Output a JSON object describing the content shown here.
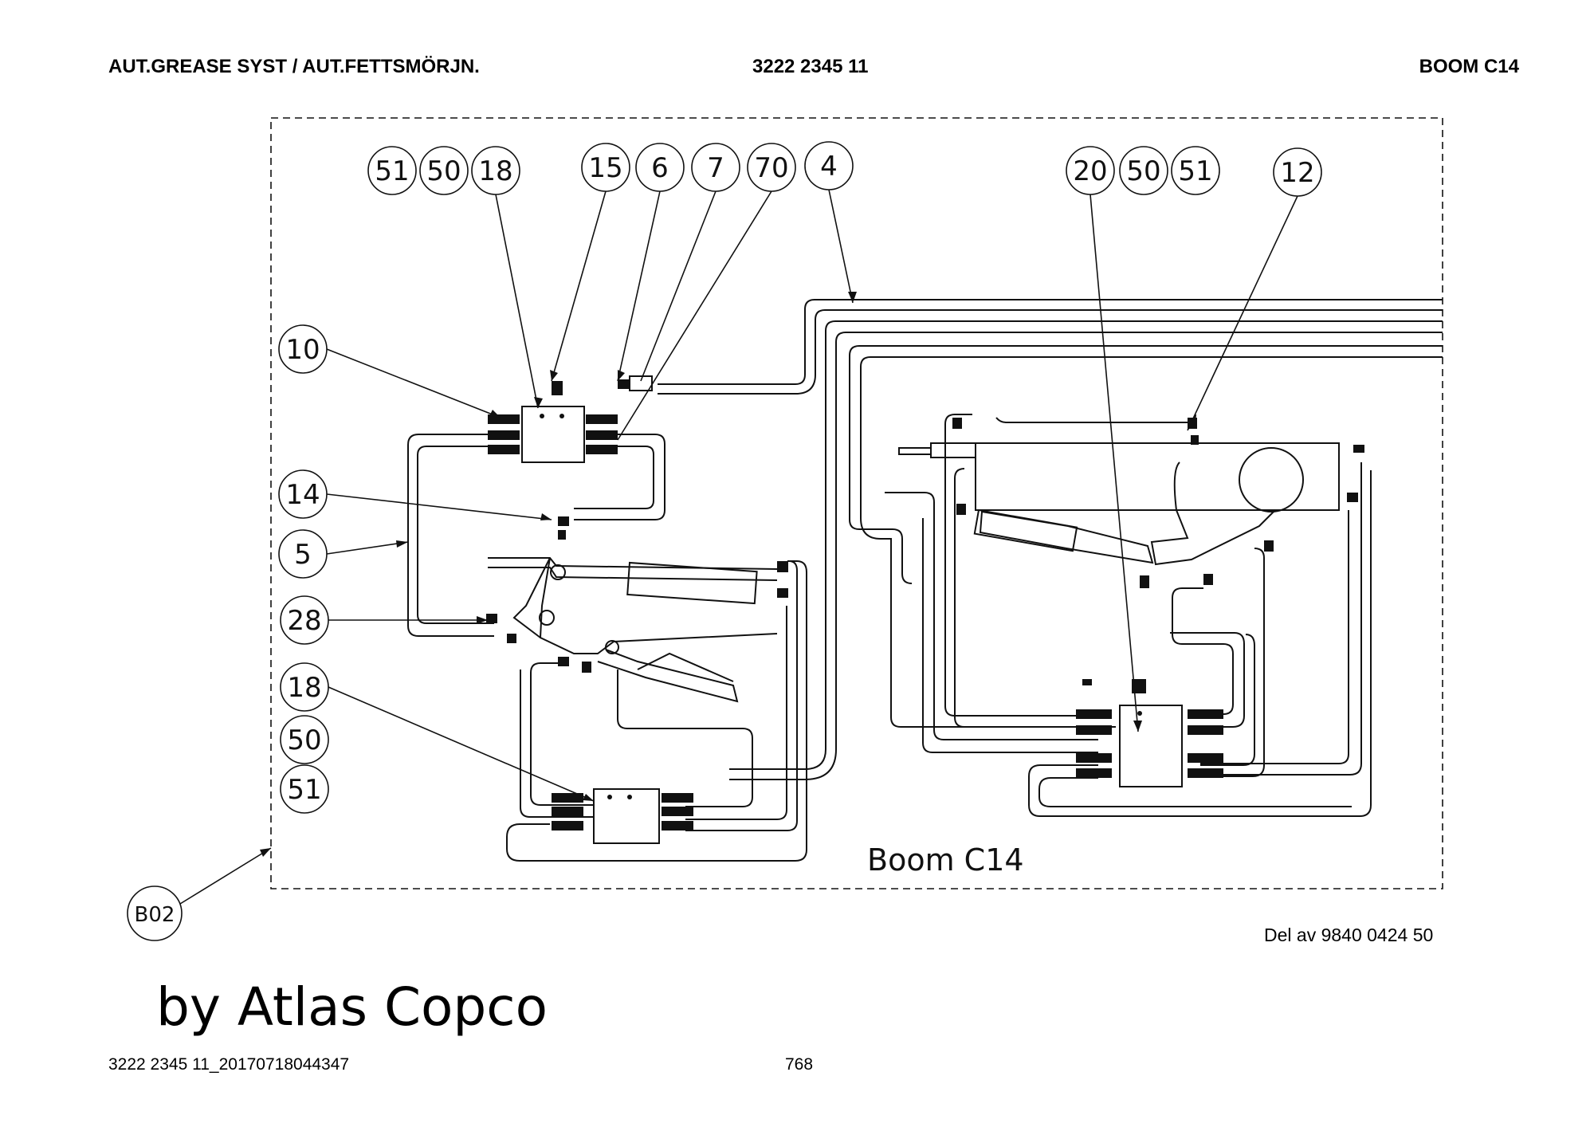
{
  "header": {
    "title": "AUT.GREASE SYST / AUT.FETTSMÖRJN.",
    "part_number": "3222 2345 11",
    "section": "BOOM C14"
  },
  "diagram": {
    "frame_label": "Boom C14",
    "callouts_top_left": [
      "51",
      "50",
      "18"
    ],
    "callouts_top_mid": [
      "15",
      "6",
      "7",
      "70",
      "4"
    ],
    "callouts_top_right": [
      "20",
      "50",
      "51",
      "12"
    ],
    "callouts_left": [
      "10",
      "14",
      "5",
      "28",
      "18",
      "50",
      "51"
    ],
    "reference_tag": "B02"
  },
  "reference_note": "Del av 9840 0424 50",
  "watermark": "by Atlas Copco",
  "footer": {
    "document_id": "3222 2345 11_20170718044347",
    "page_number": "768"
  }
}
